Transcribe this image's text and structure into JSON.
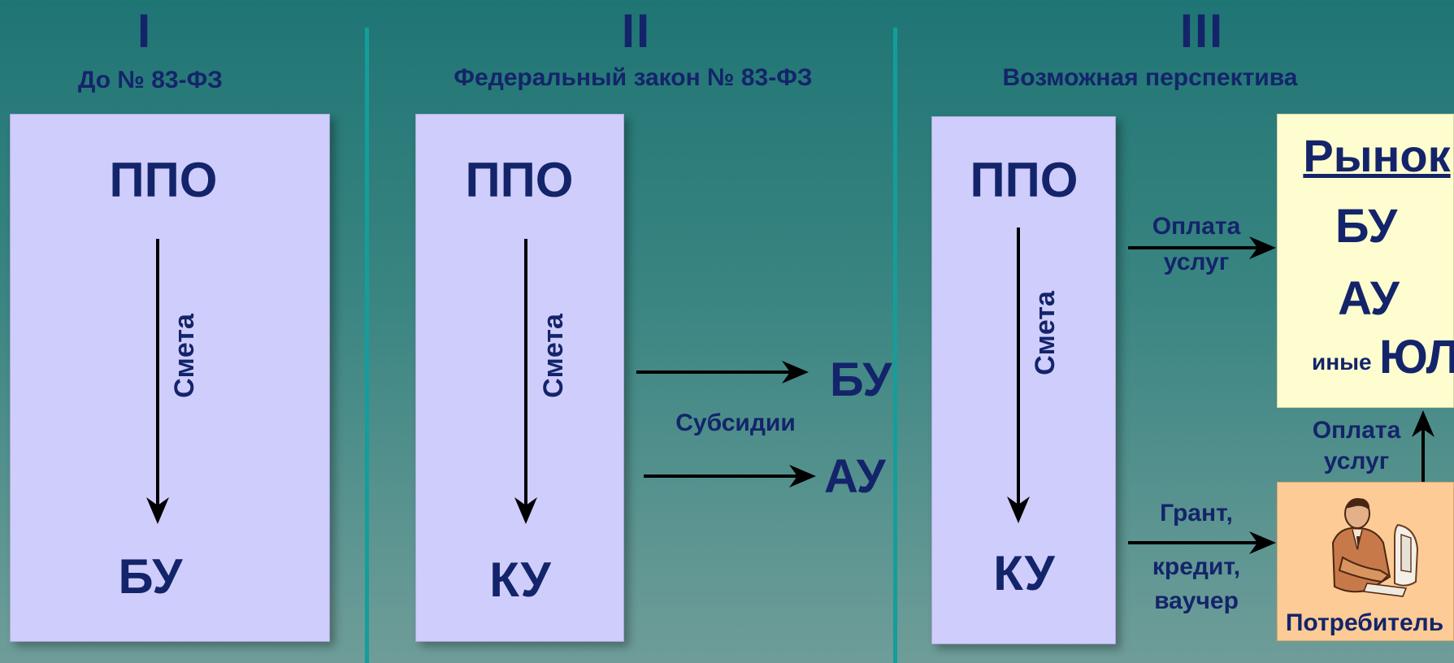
{
  "columns": [
    {
      "numeral": "I",
      "title": "До № 83-ФЗ"
    },
    {
      "numeral": "II",
      "title": "Федеральный закон № 83-ФЗ"
    },
    {
      "numeral": "III",
      "title": "Возможная перспектива"
    }
  ],
  "col1": {
    "top": "ППО",
    "arrow_label": "Смета",
    "bottom": "БУ"
  },
  "col2": {
    "top": "ППО",
    "arrow_label": "Смета",
    "bottom": "КУ",
    "subsidies_label": "Субсидии",
    "target1": "БУ",
    "target2": "АУ"
  },
  "col3": {
    "top": "ППО",
    "arrow_label": "Смета",
    "bottom": "КУ",
    "payment_label_1": "Оплата",
    "payment_label_2": "услуг",
    "grant_label_1": "Грант,",
    "grant_label_2": "кредит,",
    "grant_label_3": "ваучер",
    "consumer_payment_1": "Оплата",
    "consumer_payment_2": "услуг",
    "market": {
      "title": "Рынок",
      "item1": "БУ",
      "item2": "АУ",
      "item3_small": "иные",
      "item3_big": "ЮЛ"
    },
    "consumer": {
      "label": "Потребитель",
      "icon": "person-at-computer-icon"
    }
  },
  "colors": {
    "background_top": "#1f7574",
    "background_bottom": "#6f9d99",
    "panel": "#cfcdfb",
    "text": "#14246a",
    "divider": "#149e9b",
    "market_box": "#fdfdcf",
    "consumer_box": "#fdcb95"
  }
}
